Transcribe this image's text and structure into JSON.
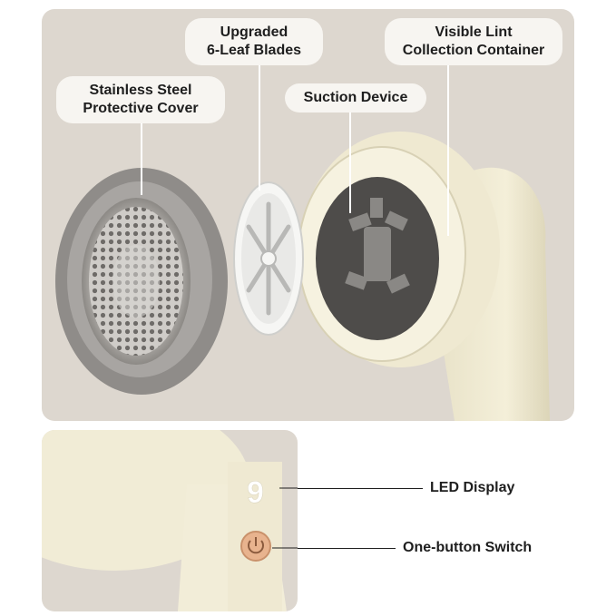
{
  "labels": {
    "stainless_cover_line1": "Stainless Steel",
    "stainless_cover_line2": "Protective Cover",
    "blades_line1": "Upgraded",
    "blades_line2": "6-Leaf Blades",
    "suction": "Suction Device",
    "container_line1": "Visible Lint",
    "container_line2": "Collection Container",
    "led": "LED Display",
    "switch": "One-button Switch"
  },
  "display_digit": "9",
  "colors": {
    "background": "#ddd7cf",
    "body": "#f1ecd6",
    "steel": "#9d9a97",
    "pill": "#f7f5f1",
    "switch": "#e8b38e"
  }
}
